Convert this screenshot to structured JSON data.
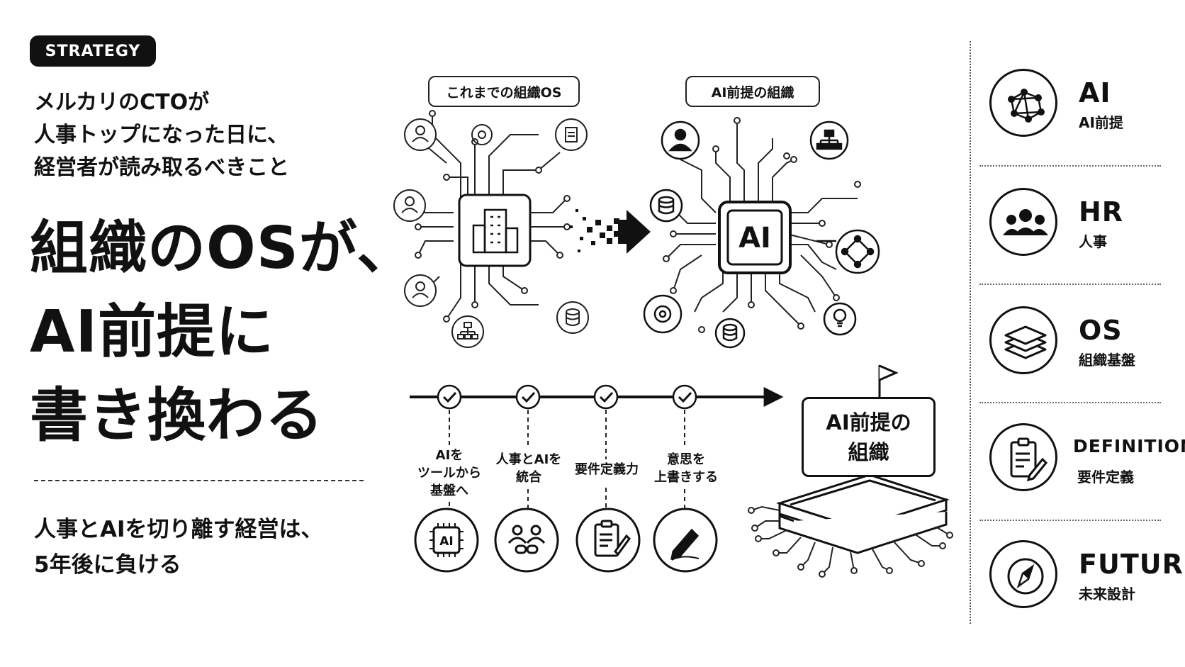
{
  "badge": "STRATEGY",
  "subtitle": {
    "lines": [
      "メルカリのCTOが",
      "人事トップになった日に、",
      "経営者が読み取るべきこと"
    ]
  },
  "headline": {
    "lines": [
      "組織のOSが、",
      "AI前提に",
      "書き換わる"
    ]
  },
  "conclusion": {
    "lines": [
      "人事とAIを切り離す経営は、",
      "5年後に負ける"
    ]
  },
  "diagram": {
    "before_label": "これまでの組織OS",
    "after_label": "AI前提の組織",
    "chip_label": "AI",
    "steps": [
      {
        "label_lines": [
          "AIを",
          "ツールから",
          "基盤へ"
        ],
        "icon": "ai-chip-icon"
      },
      {
        "label_lines": [
          "人事とAIを",
          "統合"
        ],
        "icon": "people-link-icon"
      },
      {
        "label_lines": [
          "要件定義力"
        ],
        "icon": "clipboard-icon"
      },
      {
        "label_lines": [
          "意思を",
          "上書きする"
        ],
        "icon": "pen-sign-icon"
      }
    ],
    "goal_lines": [
      "AI前提の",
      "組織"
    ]
  },
  "keywords": [
    {
      "title": "AI",
      "sub": "AI前提",
      "icon": "network-icon"
    },
    {
      "title": "HR",
      "sub": "人事",
      "icon": "people-icon"
    },
    {
      "title": "OS",
      "sub": "組織基盤",
      "icon": "layers-icon"
    },
    {
      "title": "DEFINITION",
      "sub": "要件定義",
      "icon": "clipboard-pen-icon"
    },
    {
      "title": "FUTURE",
      "sub": "未来設計",
      "icon": "compass-icon"
    }
  ],
  "colors": {
    "ink": "#111111",
    "background": "#ffffff"
  }
}
